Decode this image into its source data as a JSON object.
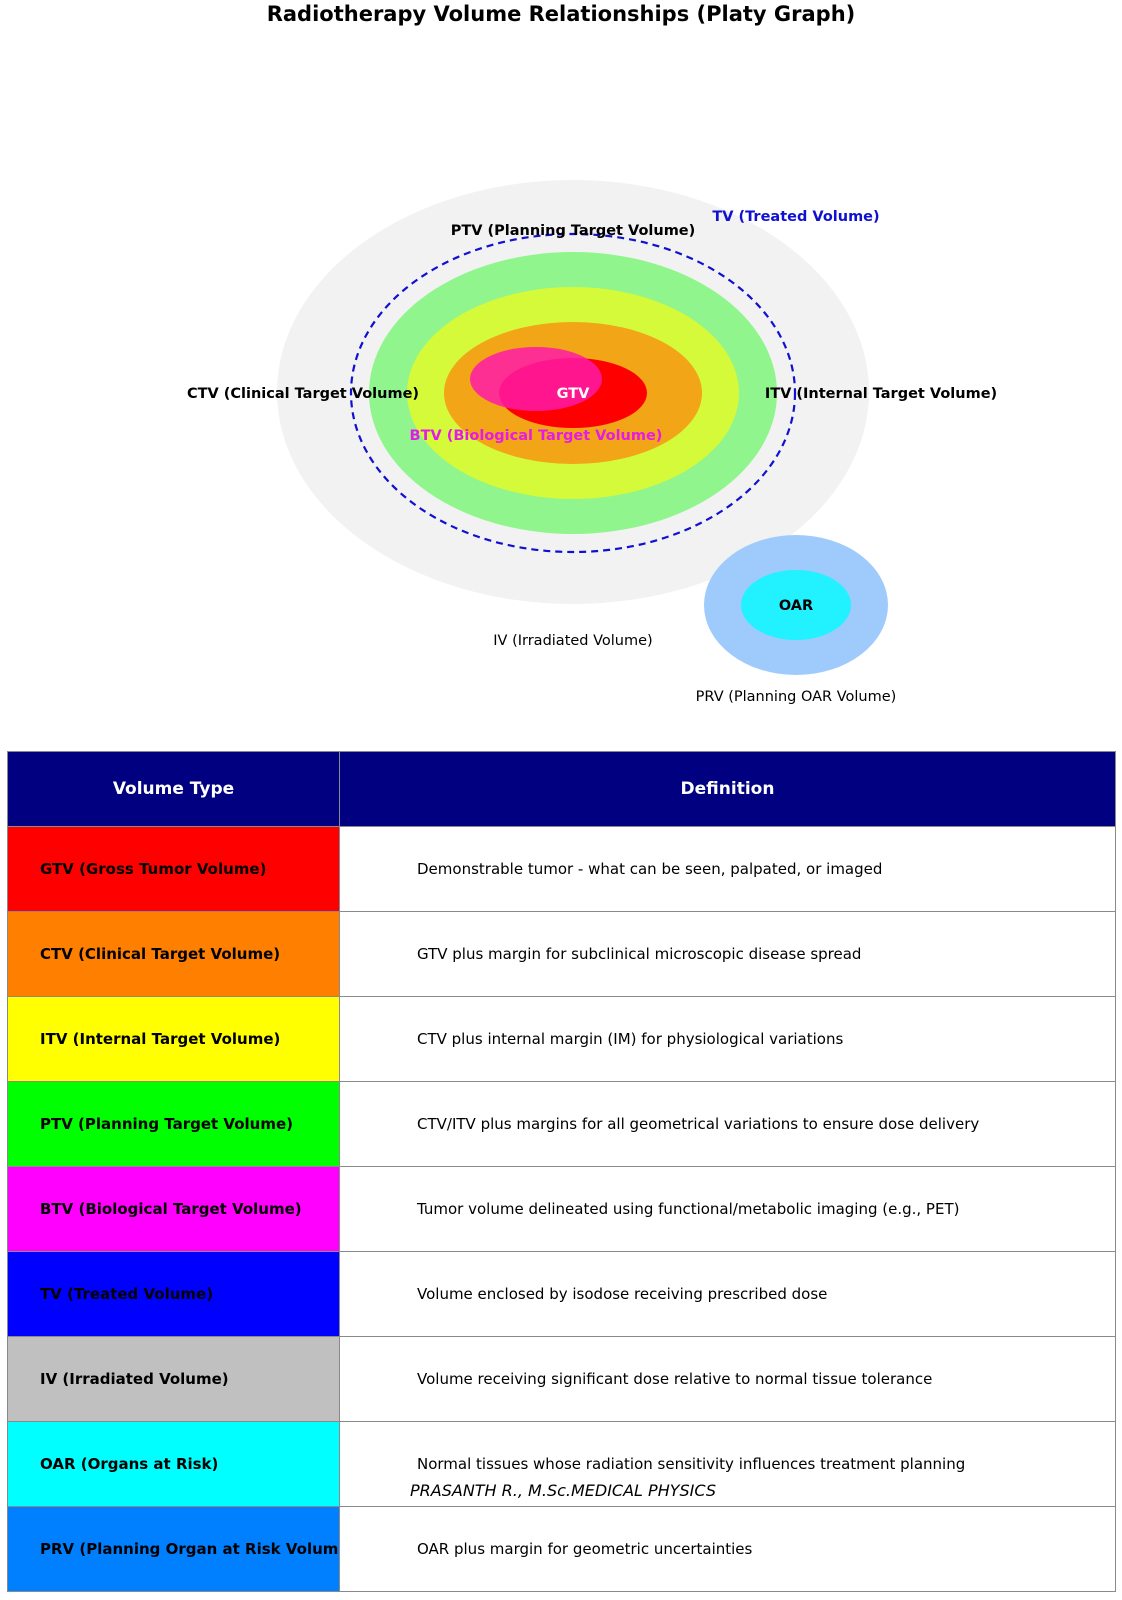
{
  "title": "Radiotherapy Volume Relationships (Platy Graph)",
  "diagram": {
    "labels": {
      "tv": "TV (Treated Volume)",
      "ptv": "PTV (Planning Target Volume)",
      "ctv": "CTV (Clinical Target Volume)",
      "itv": "ITV (Internal Target Volume)",
      "gtv": "GTV",
      "btv": "BTV (Biological Target Volume)",
      "iv": "IV (Irradiated Volume)",
      "oar": "OAR",
      "prv": "PRV (Planning OAR Volume)"
    },
    "colors": {
      "iv": "#f2f2f2",
      "ptv": "#90f58c",
      "itv": "#d4fa3a",
      "ctv": "#f2a516",
      "gtv": "#ff0000",
      "btv": "#ff1aa8",
      "tv": "#1010d0",
      "prv": "#9ecbfb",
      "oar": "#22f2ff"
    }
  },
  "table": {
    "headers": [
      "Volume Type",
      "Definition"
    ],
    "rows": [
      {
        "type": "GTV (Gross Tumor Volume)",
        "definition": "Demonstrable tumor - what can be seen, palpated, or imaged",
        "color": "#ff0000"
      },
      {
        "type": "CTV (Clinical Target Volume)",
        "definition": "GTV plus margin for subclinical microscopic disease spread",
        "color": "#ff7f00"
      },
      {
        "type": "ITV (Internal Target Volume)",
        "definition": "CTV plus internal margin (IM) for physiological variations",
        "color": "#ffff00"
      },
      {
        "type": "PTV (Planning Target Volume)",
        "definition": "CTV/ITV plus margins for all geometrical variations to ensure dose delivery",
        "color": "#00ff00"
      },
      {
        "type": "BTV (Biological Target Volume)",
        "definition": "Tumor volume delineated using functional/metabolic imaging (e.g., PET)",
        "color": "#ff00ff"
      },
      {
        "type": "TV (Treated Volume)",
        "definition": "Volume enclosed by isodose receiving prescribed dose",
        "color": "#0000ff"
      },
      {
        "type": "IV (Irradiated Volume)",
        "definition": "Volume receiving significant dose relative to normal tissue tolerance",
        "color": "#c0c0c0"
      },
      {
        "type": "OAR (Organs at Risk)",
        "definition": "Normal tissues whose radiation sensitivity influences treatment planning",
        "color": "#00ffff"
      },
      {
        "type": "PRV (Planning Organ at Risk Volume)",
        "definition": "OAR plus margin for geometric uncertainties",
        "color": "#0080ff"
      }
    ]
  },
  "credit": "PRASANTH R., M.Sc.MEDICAL PHYSICS"
}
